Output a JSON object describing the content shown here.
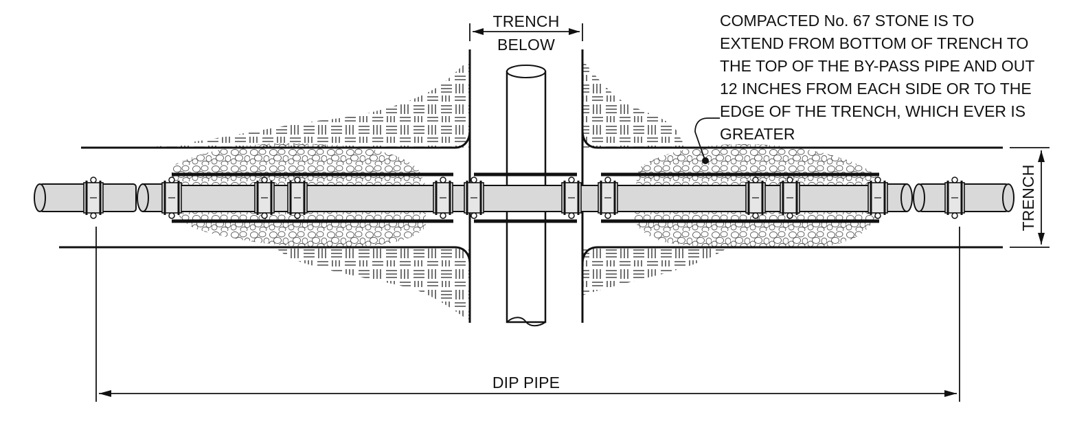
{
  "labels": {
    "trench_below_line1": "TRENCH",
    "trench_below_line2": "BELOW",
    "trench_side": "TRENCH",
    "dip_pipe": "DIP PIPE"
  },
  "note": {
    "lines": [
      "COMPACTED No. 67 STONE IS TO",
      "EXTEND FROM BOTTOM OF TRENCH TO",
      "THE TOP OF THE BY-PASS PIPE AND OUT",
      "12 INCHES FROM EACH SIDE OR TO THE",
      "EDGE OF THE TRENCH, WHICH EVER IS",
      "GREATER"
    ]
  },
  "colors": {
    "line": "#111111",
    "pipe_fill": "#d9d9d9",
    "background": "#ffffff",
    "stone": "#555555"
  }
}
